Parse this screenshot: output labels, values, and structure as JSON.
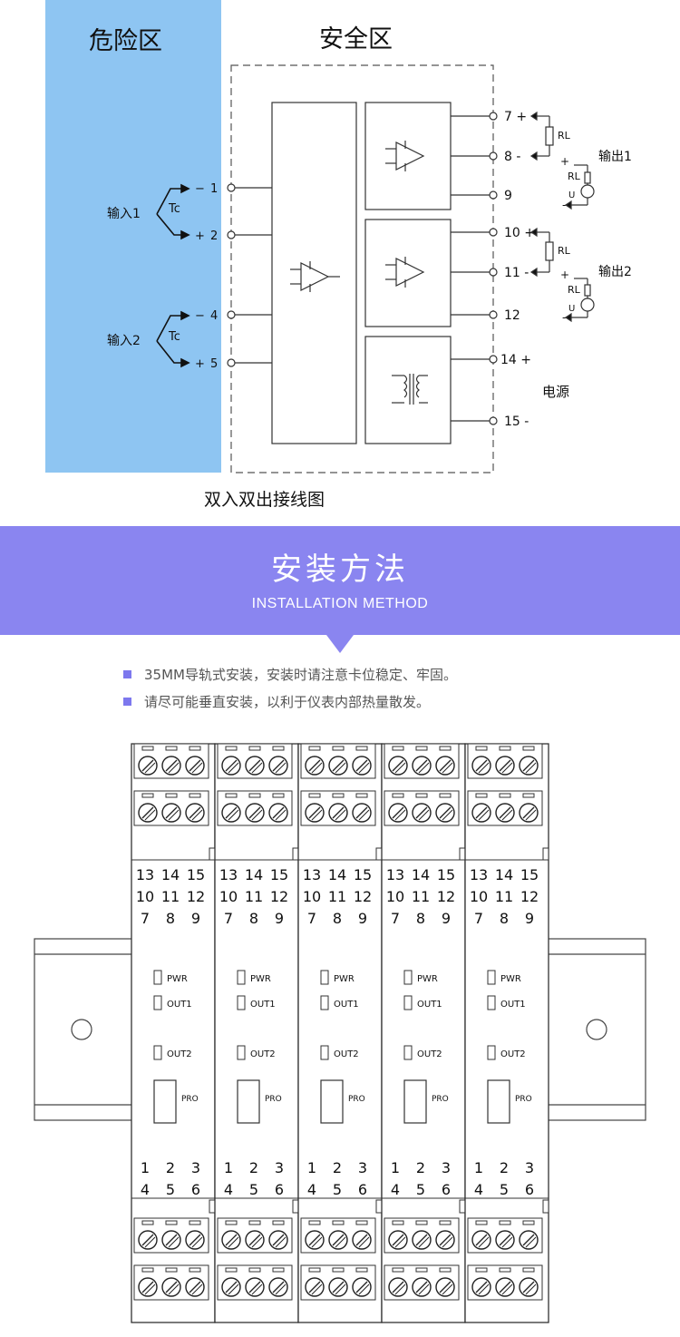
{
  "diagram": {
    "hazard_zone_label": "危险区",
    "safe_zone_label": "安全区",
    "caption": "双入双出接线图",
    "input1_label": "输入1",
    "input2_label": "输入2",
    "tc_label": "Tc",
    "in_terminals": [
      {
        "num": "1",
        "sign": "−"
      },
      {
        "num": "2",
        "sign": "+"
      },
      {
        "num": "4",
        "sign": "−"
      },
      {
        "num": "5",
        "sign": "+"
      }
    ],
    "out_terminals": [
      "7 +",
      "8 -",
      "9",
      "10 +",
      "11 -",
      "12",
      "14 +",
      "15 -"
    ],
    "output1_label": "输出1",
    "output2_label": "输出2",
    "power_label": "电源",
    "rl_label": "RL",
    "u_label": "U",
    "plus": "+",
    "minus": "-",
    "colors": {
      "hazard_fill": "#8ec5f2",
      "banner": "#8a85f0",
      "bullet": "#7d78ee"
    }
  },
  "section": {
    "title": "安装方法",
    "subtitle": "INSTALLATION METHOD",
    "notes": [
      "35MM导轨式安装，安装时请注意卡位稳定、牢固。",
      "请尽可能垂直安装，以利于仪表内部热量散发。"
    ]
  },
  "module": {
    "terminal_rows_top": [
      "13 14 15",
      "10 11 12",
      "7 8 9"
    ],
    "terminal_rows_bottom": [
      "1 2 3",
      "4 5 6"
    ],
    "leds": [
      "PWR",
      "OUT1",
      "OUT2"
    ],
    "prog_label": "PRO",
    "count": 5
  }
}
